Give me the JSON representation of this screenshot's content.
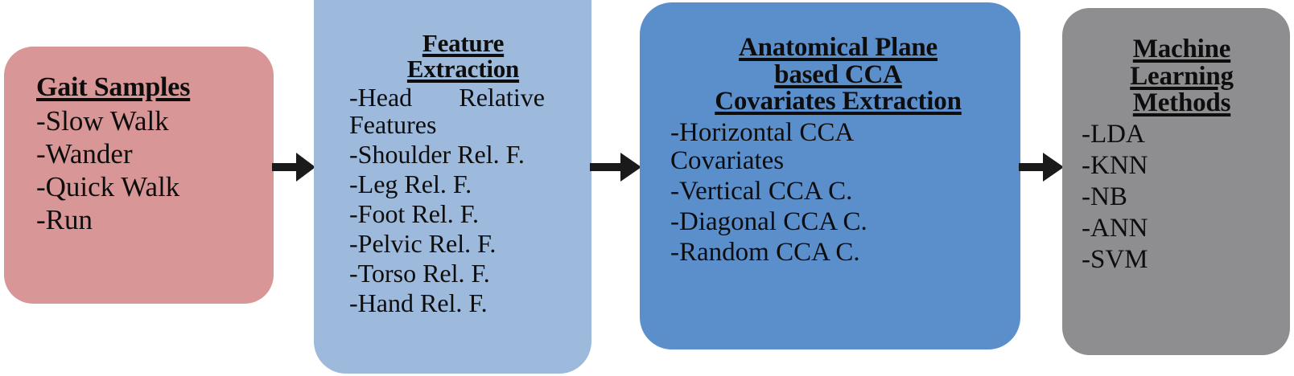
{
  "diagram": {
    "title": "Gait recognition pipeline flowchart",
    "orientation": "left-to-right",
    "stages": [
      {
        "id": "gait-samples",
        "title": "Gait Samples",
        "color": "#d89796",
        "items": [
          "-Slow Walk",
          "-Wander",
          "-Quick Walk",
          "-Run"
        ]
      },
      {
        "id": "feature-extraction",
        "title_line1": "Feature",
        "title_line2": "Extraction",
        "color": "#9db9dc",
        "items_wrapped": "-Head Relative Features",
        "items": [
          "-Shoulder Rel. F.",
          "-Leg Rel. F.",
          "-Foot Rel. F.",
          "-Pelvic Rel. F.",
          "-Torso Rel. F.",
          "-Hand Rel. F."
        ]
      },
      {
        "id": "cca-extraction",
        "title_line1": "Anatomical Plane",
        "title_line2": "based CCA",
        "title_line3": "Covariates Extraction",
        "color": "#5b8fcc",
        "items_wrapped": "-Horizontal CCA Covariates",
        "items": [
          "-Vertical CCA C.",
          "-Diagonal CCA C.",
          "-Random CCA C."
        ]
      },
      {
        "id": "ml-methods",
        "title_line1": "Machine",
        "title_line2": "Learning",
        "title_line3": "Methods",
        "color": "#8e8e91",
        "items": [
          "-LDA",
          "-KNN",
          "-NB",
          "-ANN",
          "-SVM"
        ]
      }
    ],
    "connectors": [
      {
        "id": "arrow-1",
        "from": "gait-samples",
        "to": "feature-extraction",
        "color": "#1a1a1a"
      },
      {
        "id": "arrow-2",
        "from": "feature-extraction",
        "to": "cca-extraction",
        "color": "#1a1a1a"
      },
      {
        "id": "arrow-3",
        "from": "cca-extraction",
        "to": "ml-methods",
        "color": "#1a1a1a"
      }
    ]
  }
}
